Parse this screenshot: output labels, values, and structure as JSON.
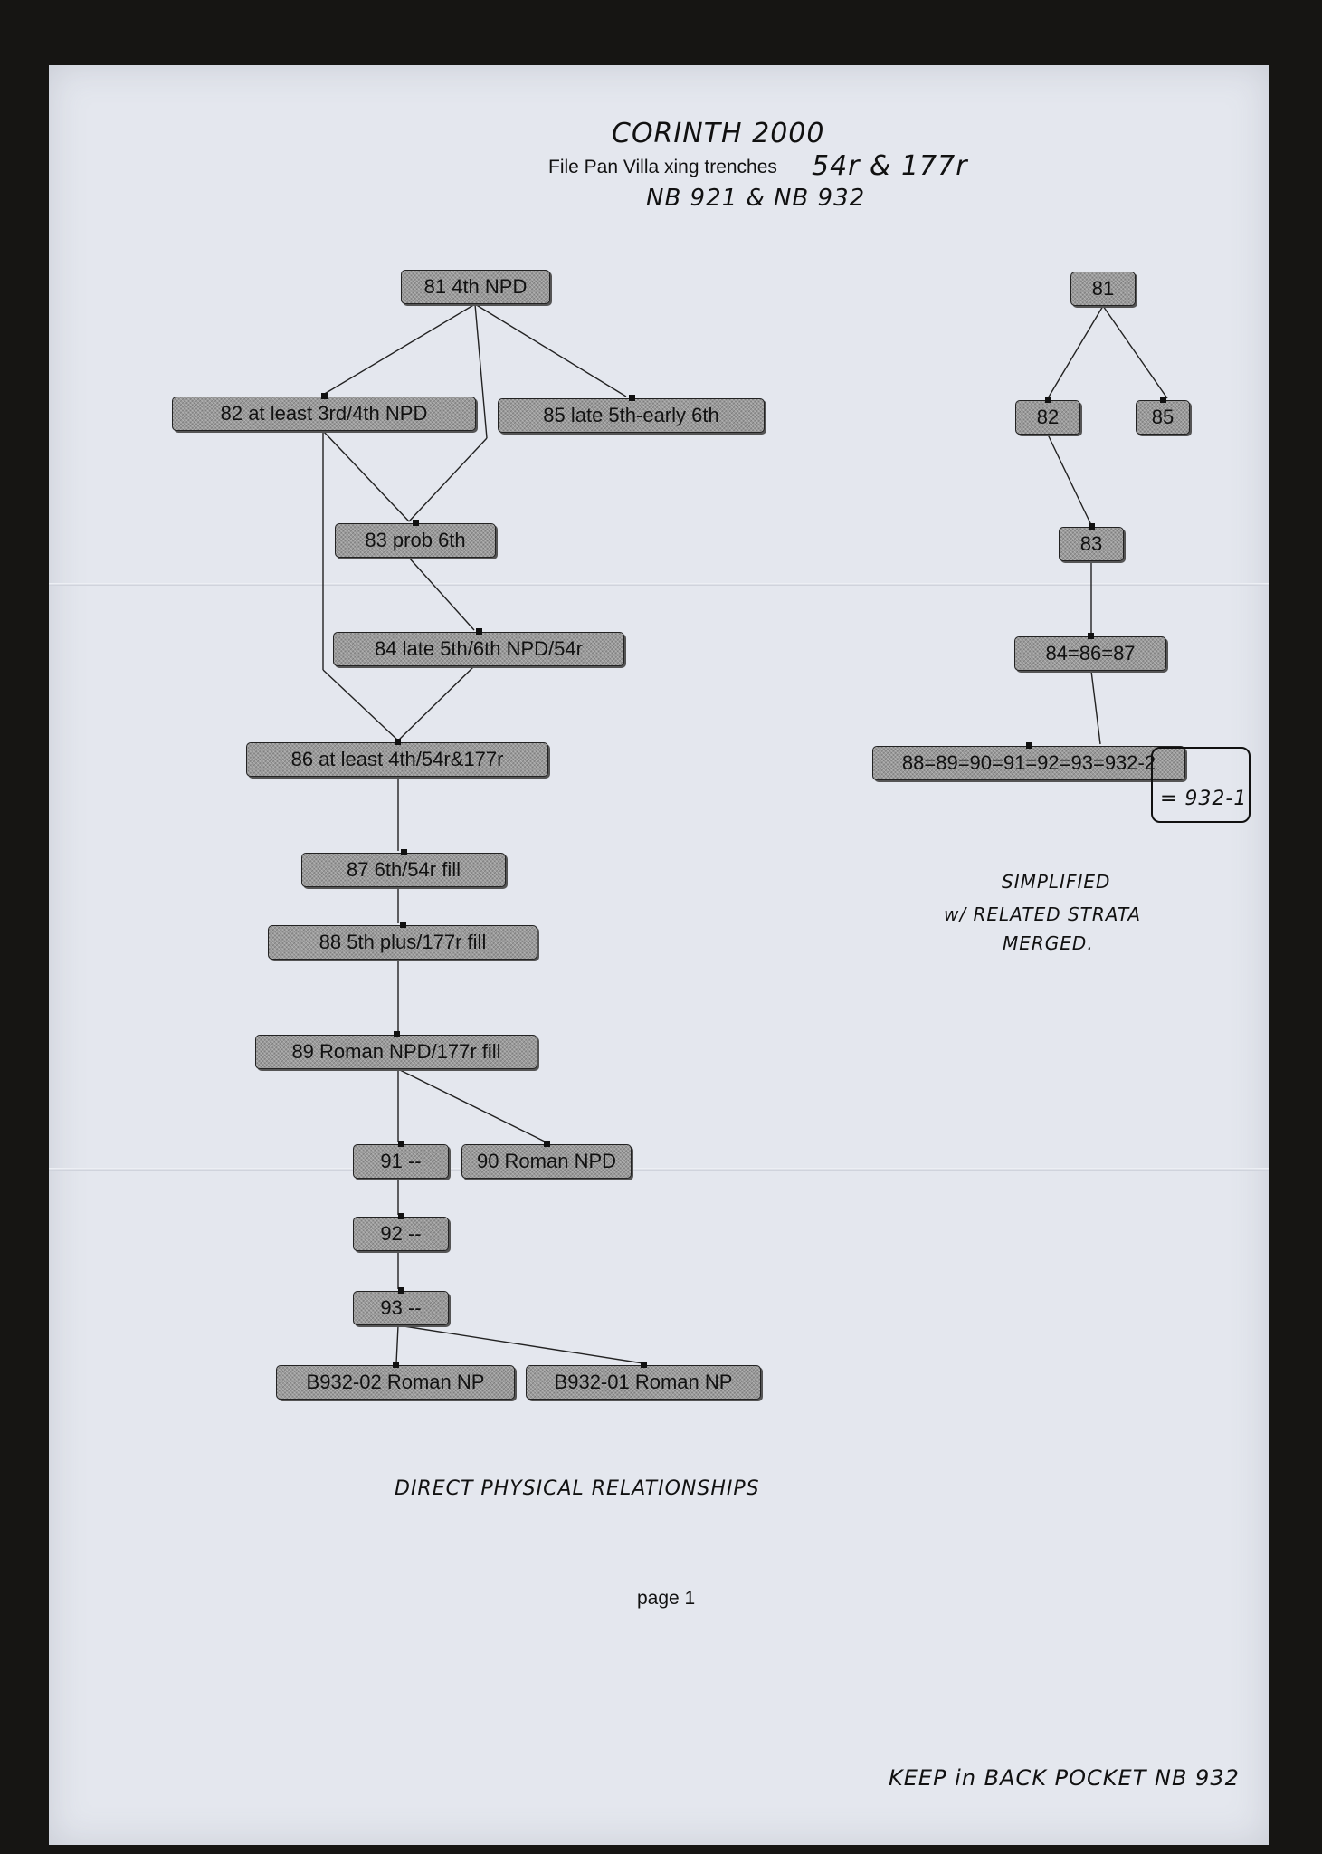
{
  "header": {
    "title_hand": "CORINTH 2000",
    "subtitle_typed": "File Pan Villa xing trenches",
    "subtitle_hand": "54r & 177r",
    "notebooks_hand": "NB 921 & NB 932"
  },
  "left_diagram": {
    "nodes": {
      "n81": "81 4th NPD",
      "n82": "82  at least 3rd/4th NPD",
      "n85": "85 late 5th-early 6th",
      "n83": "83 prob 6th",
      "n84": "84 late 5th/6th NPD/54r",
      "n86": "86 at least 4th/54r&177r",
      "n87": "87 6th/54r fill",
      "n88": "88 5th plus/177r fill",
      "n89": "89 Roman NPD/177r fill",
      "n91": "91 --",
      "n90": "90 Roman NPD",
      "n92": "92 --",
      "n93": "93 --",
      "nB2": "B932-02 Roman NP",
      "nB1": "B932-01 Roman NP"
    },
    "caption_hand": "DIRECT PHYSICAL RELATIONSHIPS"
  },
  "right_diagram": {
    "nodes": {
      "r81": "81",
      "r82": "82",
      "r85": "85",
      "r83": "83",
      "r84": "84=86=87",
      "r88": "88=89=90=91=92=93=932-2"
    },
    "annotation_hand": "= 932-1",
    "caption_line1": "SIMPLIFIED",
    "caption_line2": "w/ RELATED STRATA",
    "caption_line3": "MERGED."
  },
  "footer": {
    "page_label": "page 1",
    "note_hand": "KEEP in BACK POCKET  NB 932"
  }
}
